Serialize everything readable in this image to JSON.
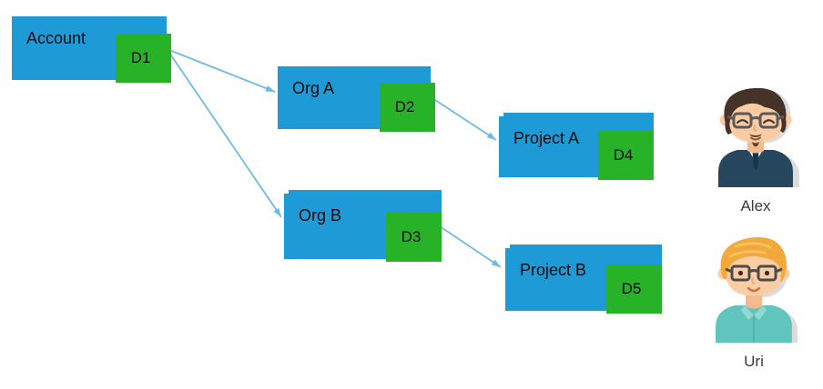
{
  "diagram": {
    "nodes": [
      {
        "id": "account",
        "label": "Account",
        "badge": "D1"
      },
      {
        "id": "org-a",
        "label": "Org A",
        "badge": "D2"
      },
      {
        "id": "org-b",
        "label": "Org B",
        "badge": "D3"
      },
      {
        "id": "project-a",
        "label": "Project A",
        "badge": "D4"
      },
      {
        "id": "project-b",
        "label": "Project B",
        "badge": "D5"
      }
    ],
    "edges": [
      {
        "from": "Account (D1)",
        "to": "Org A"
      },
      {
        "from": "Account (D1)",
        "to": "Org B"
      },
      {
        "from": "Org A (D2)",
        "to": "Project A"
      },
      {
        "from": "Org B (D3)",
        "to": "Project B"
      }
    ],
    "colors": {
      "node_fill": "#1E9BD7",
      "badge_fill": "#28B228",
      "arrow": "#6FB9E8",
      "label_text": "#0A0A0A"
    }
  },
  "people": [
    {
      "name": "Alex",
      "icon": "male-avatar-dark-hair-glasses-icon"
    },
    {
      "name": "Uri",
      "icon": "male-avatar-blond-hair-glasses-icon"
    }
  ]
}
